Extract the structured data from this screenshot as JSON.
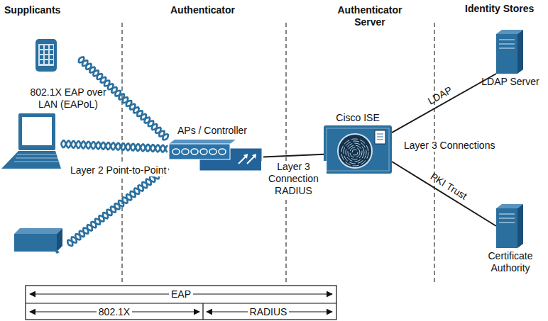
{
  "diagram": {
    "nodes": [
      {
        "text": [
          "APs / Controller"
        ]
      },
      {
        "text": [
          "Cisco ISE"
        ]
      },
      {
        "text": [
          "LDAP Server"
        ]
      },
      {
        "text": [
          "Certificate Authority"
        ]
      }
    ],
    "edges": [
      {
        "from": 0,
        "to": 1,
        "arrow": "none",
        "label": "Layer 3 Connection RADIUS"
      },
      {
        "from": 1,
        "to": 2,
        "arrow": "none",
        "label": "LDAP"
      },
      {
        "from": 1,
        "to": 3,
        "arrow": "none",
        "label": "PKI Trust"
      }
    ],
    "labels": [
      "Supplicants",
      "Authenticator",
      "Authenticator Server",
      "Identity Stores",
      "802.1X EAP over LAN (EAPoL)",
      "Layer 2 Point-to-Point",
      "Layer 3 Connections",
      "EAP",
      "802.1X",
      "RADIUS"
    ]
  }
}
